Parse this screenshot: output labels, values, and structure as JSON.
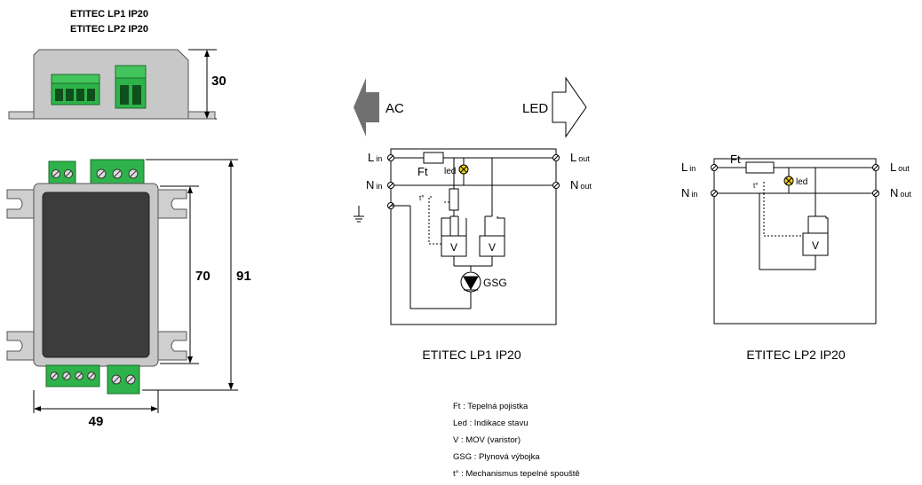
{
  "product_titles": [
    "ETITEC LP1 IP20",
    "ETITEC LP2 IP20"
  ],
  "dimensions": {
    "height_side": "30",
    "height_inner": "70",
    "height_total": "91",
    "width": "49"
  },
  "flow": {
    "input": "AC",
    "output": "LED"
  },
  "lp1": {
    "caption": "ETITEC LP1 IP20",
    "l_in": {
      "main": "L",
      "sub": "in"
    },
    "n_in": {
      "main": "N",
      "sub": "in"
    },
    "l_out": {
      "main": "L",
      "sub": "out"
    },
    "n_out": {
      "main": "N",
      "sub": "out"
    },
    "ft": "Ft",
    "led": "led",
    "t": "t°",
    "v1": "V",
    "v2": "V",
    "gsg": "GSG"
  },
  "lp2": {
    "caption": "ETITEC LP2 IP20",
    "l_in": {
      "main": "L",
      "sub": "in"
    },
    "n_in": {
      "main": "N",
      "sub": "in"
    },
    "l_out": {
      "main": "L",
      "sub": "out"
    },
    "n_out": {
      "main": "N",
      "sub": "out"
    },
    "ft": "Ft",
    "led": "led",
    "t": "t°",
    "v": "V"
  },
  "legend": [
    "Ft : Tepelná pojistka",
    "Led : Indikace stavu",
    "V : MOV (varistor)",
    "GSG : Plynová výbojka",
    "t° : Mechanismus tepelné spouště"
  ],
  "colors": {
    "terminal_green": "#2db34a",
    "housing_gray": "#c8c8c8",
    "body_dark": "#3c3c3c",
    "led_yellow": "#f2d21b",
    "arrow_gray": "#707070"
  }
}
